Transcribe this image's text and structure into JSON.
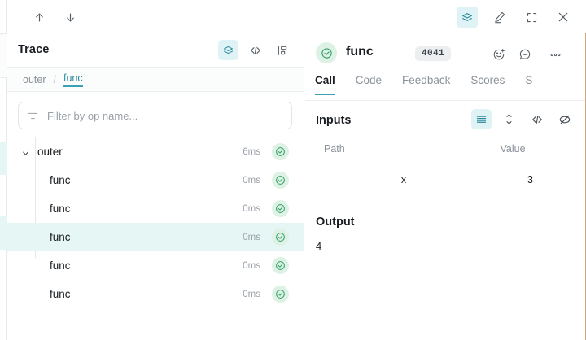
{
  "toolbar": {
    "prev_label": "up-arrow",
    "next_label": "down-arrow",
    "trace_label": "trace-view",
    "pen_label": "annotate",
    "fullscreen_label": "fullscreen",
    "close_label": "close"
  },
  "trace_panel": {
    "title": "Trace",
    "view_icons": [
      "layers-icon",
      "code-icon",
      "tree-icon"
    ],
    "breadcrumb": {
      "parent": "outer",
      "separator": "/",
      "current": "func"
    },
    "filter": {
      "placeholder": "Filter by op name...",
      "value": ""
    },
    "rows": [
      {
        "label": "outer",
        "duration": "6ms",
        "depth": 0,
        "expanded": true,
        "selected": false,
        "status": "success"
      },
      {
        "label": "func",
        "duration": "0ms",
        "depth": 1,
        "expanded": false,
        "selected": false,
        "status": "success"
      },
      {
        "label": "func",
        "duration": "0ms",
        "depth": 1,
        "expanded": false,
        "selected": false,
        "status": "success"
      },
      {
        "label": "func",
        "duration": "0ms",
        "depth": 1,
        "expanded": false,
        "selected": true,
        "status": "success"
      },
      {
        "label": "func",
        "duration": "0ms",
        "depth": 1,
        "expanded": false,
        "selected": false,
        "status": "success"
      },
      {
        "label": "func",
        "duration": "0ms",
        "depth": 1,
        "expanded": false,
        "selected": false,
        "status": "success"
      }
    ]
  },
  "detail": {
    "status": "success",
    "title": "func",
    "badge": "4041",
    "actions": [
      "add-reaction-icon",
      "comment-icon",
      "more-options-icon"
    ],
    "tabs": [
      {
        "label": "Call",
        "active": true
      },
      {
        "label": "Code",
        "active": false
      },
      {
        "label": "Feedback",
        "active": false
      },
      {
        "label": "Scores",
        "active": false
      },
      {
        "label": "S",
        "active": false
      }
    ],
    "inputs": {
      "title": "Inputs",
      "view_icons": [
        "table-view-icon",
        "expand-rows-icon",
        "code-view-icon",
        "hide-icon"
      ],
      "columns": [
        "Path",
        "Value"
      ],
      "rows": [
        {
          "path": "x",
          "value": "3"
        }
      ]
    },
    "output": {
      "title": "Output",
      "value": "4"
    }
  },
  "colors": {
    "accent": "#3aa1b4",
    "accent_bg": "#dff2f5",
    "selected_row": "#e6f6f4",
    "status_green_bg": "#ddf2e5",
    "status_green": "#37a06a",
    "text": "#1a1d21",
    "muted": "#8a9199"
  }
}
